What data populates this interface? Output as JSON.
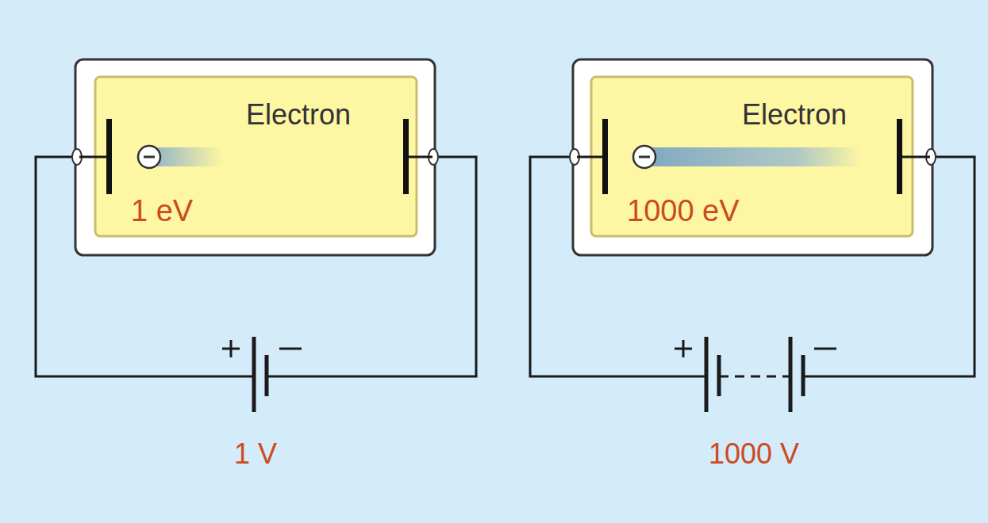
{
  "diagram": {
    "nodes": [
      {
        "text": [
          "Electron",
          "1 eV"
        ]
      },
      {
        "text": [
          "Electron",
          "1000 eV"
        ]
      }
    ],
    "labels": [
      "1 V",
      "1000 V"
    ]
  }
}
